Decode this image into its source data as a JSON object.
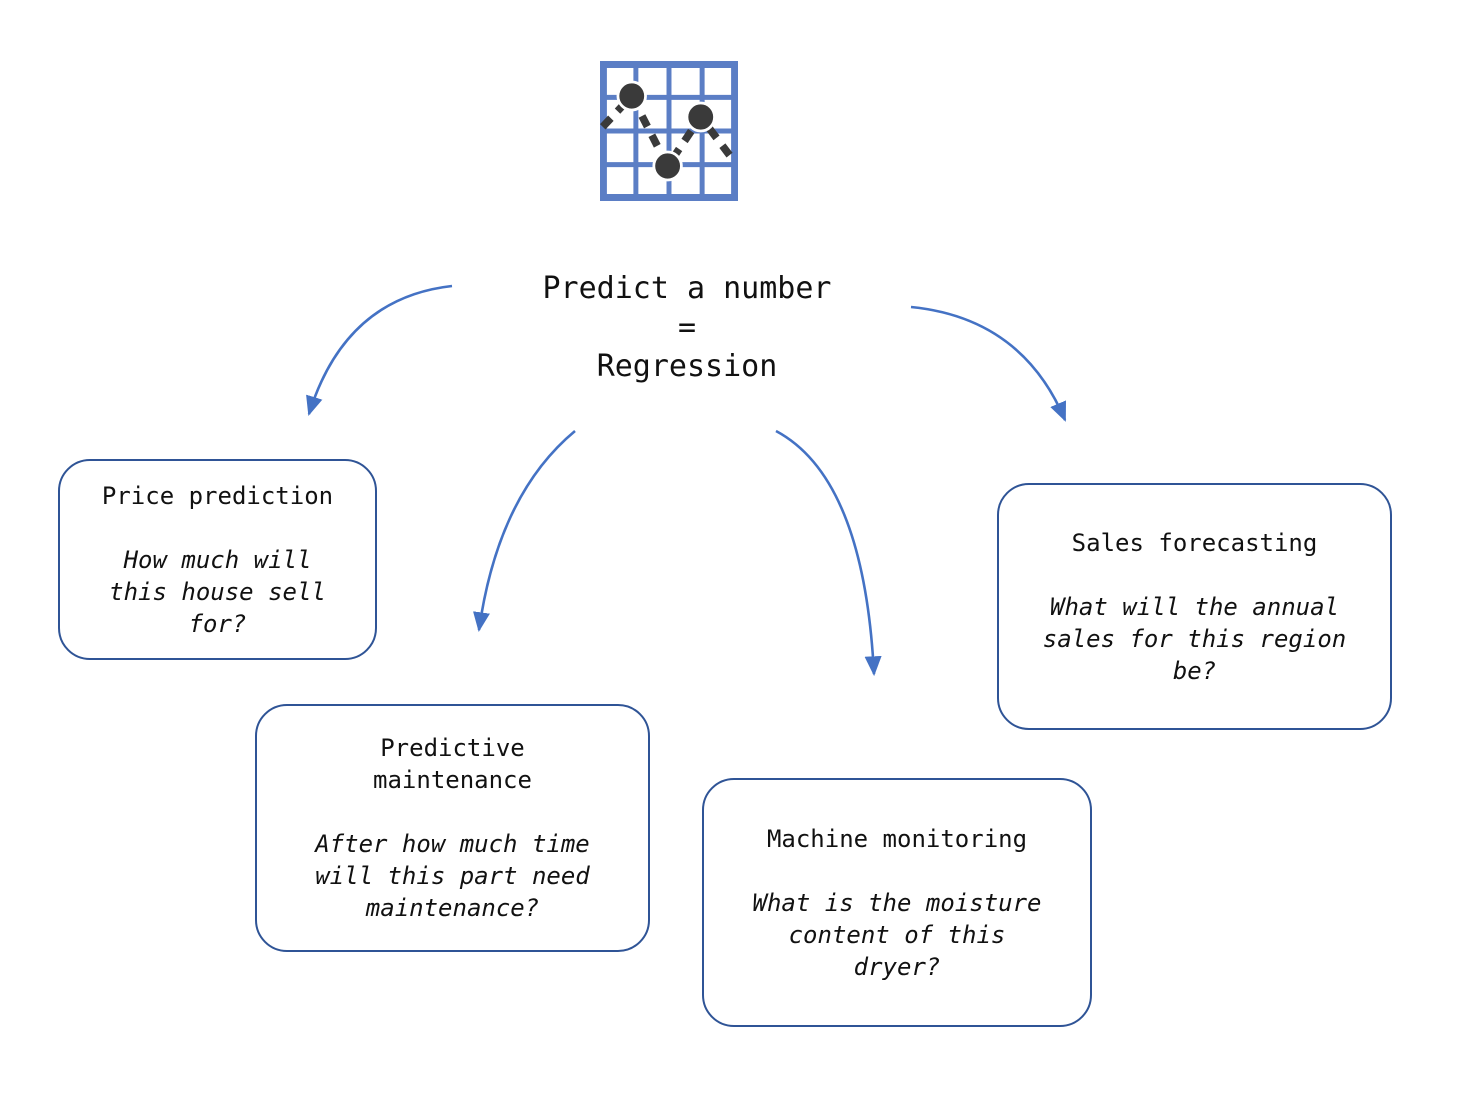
{
  "title": {
    "line1": "Predict a number",
    "line2": "=",
    "line3": "Regression"
  },
  "icon": {
    "name": "scatter-line-chart-icon",
    "description": "grid with three dots connected by dashed line"
  },
  "nodes": {
    "price_prediction": {
      "title": "Price prediction",
      "question": "How much will\nthis house sell\nfor?"
    },
    "predictive_maintenance": {
      "title": "Predictive\nmaintenance",
      "question": "After how much time\nwill this part need\nmaintenance?"
    },
    "machine_monitoring": {
      "title": "Machine monitoring",
      "question": "What is the moisture\ncontent of this\ndryer?"
    },
    "sales_forecasting": {
      "title": "Sales forecasting",
      "question": "What will the annual\nsales for this region\nbe?"
    }
  },
  "colors": {
    "arrow": "#4472C4",
    "node_border": "#2F5496",
    "icon_grid": "#5B7EC5",
    "icon_marker": "#3A3A3A",
    "text": "#111111"
  }
}
